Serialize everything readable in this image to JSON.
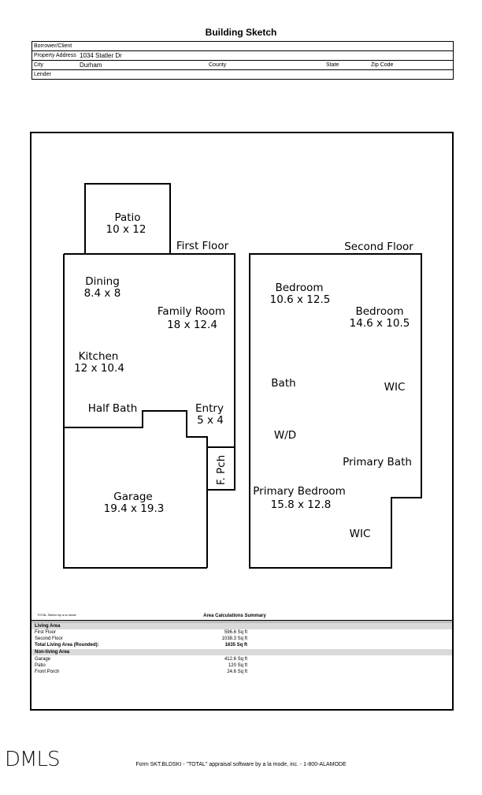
{
  "header": {
    "title": "Building Sketch"
  },
  "info": {
    "borrower_label": "Borrower/Client",
    "property_label": "Property Address",
    "property_value": "1034 Statler Dr",
    "city_label": "City",
    "city_value": "Durham",
    "county_label": "County",
    "state_label": "State",
    "zip_label": "Zip Code",
    "lender_label": "Lender"
  },
  "sketch": {
    "first_floor_label": "First Floor",
    "second_floor_label": "Second Floor",
    "patio": {
      "name": "Patio",
      "dims": "10 x 12"
    },
    "dining": {
      "name": "Dining",
      "dims": "8.4 x 8"
    },
    "family_room": {
      "name": "Family Room",
      "dims": "18 x 12.4"
    },
    "kitchen": {
      "name": "Kitchen",
      "dims": "12 x 10.4"
    },
    "half_bath": {
      "name": "Half Bath"
    },
    "entry": {
      "name": "Entry",
      "dims": "5 x 4"
    },
    "front_porch": {
      "name": "F. Pch"
    },
    "garage": {
      "name": "Garage",
      "dims": "19.4 x 19.3"
    },
    "bedroom1": {
      "name": "Bedroom",
      "dims": "10.6 x 12.5"
    },
    "bedroom2": {
      "name": "Bedroom",
      "dims": "14.6 x 10.5"
    },
    "bath": {
      "name": "Bath"
    },
    "wic1": {
      "name": "WIC"
    },
    "wd": {
      "name": "W/D"
    },
    "primary_bath": {
      "name": "Primary Bath"
    },
    "primary_bedroom": {
      "name": "Primary Bedroom",
      "dims": "15.8 x 12.8"
    },
    "wic2": {
      "name": "WIC"
    }
  },
  "summary": {
    "credit": "TOTAL Sketch by a la mode",
    "title": "Area Calculations Summary",
    "living_header": "Living Area",
    "living": [
      {
        "label": "First Floor",
        "value": "596.6 Sq ft"
      },
      {
        "label": "Second Floor",
        "value": "1038.3 Sq ft"
      }
    ],
    "total_label": "Total Living Area (Rounded):",
    "total_value": "1635 Sq ft",
    "nonliving_header": "Non-living Area",
    "nonliving": [
      {
        "label": "Garage",
        "value": "412.6 Sq ft"
      },
      {
        "label": "Patio",
        "value": "120 Sq ft"
      },
      {
        "label": "Front Porch",
        "value": "24.6 Sq ft"
      }
    ]
  },
  "footer": {
    "logo": "DMLS",
    "form_text": "Form SKT.BLDSKI - \"TOTAL\" appraisal software by a la mode, inc. - 1-800-ALAMODE"
  }
}
